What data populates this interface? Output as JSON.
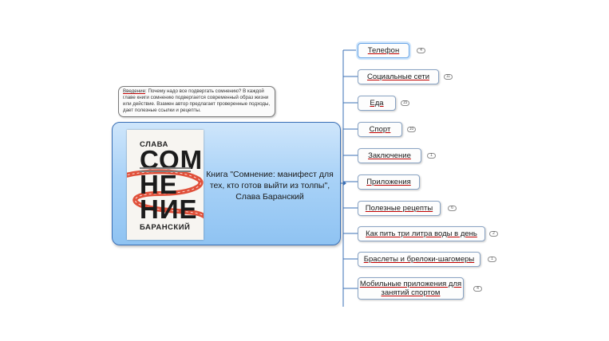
{
  "central_topic": {
    "title": "Книга \"Сомнение: манифест для тех, кто готов выйти из толпы\", Слава Баранский"
  },
  "book_cover": {
    "author_first": "СЛАВА",
    "word_1": "СОМ",
    "word_2": "НЕ",
    "word_3": "НИЕ",
    "author_last": "БАРАНСКИЙ",
    "ribbon_color": "#e0503a"
  },
  "callout": {
    "label": "Введение",
    "text": ": Почему надо все подвергать сомнению? В каждой главе книги сомнению подвергается современный образ жизни или действие. Взамен автор предлагает проверенные подходы, дает полезные ссылки и рецепты."
  },
  "topics": [
    {
      "label": "Телефон",
      "count": "4"
    },
    {
      "label": "Социальные сети",
      "count": "11"
    },
    {
      "label": "Еда",
      "count": "15"
    },
    {
      "label": "Спорт",
      "count": "10"
    },
    {
      "label": "Заключение",
      "count": "1"
    },
    {
      "label": "Приложения",
      "count": ""
    },
    {
      "label": "Полезные рецепты",
      "count": "6"
    },
    {
      "label": "Как пить три литра воды в день",
      "count": "2"
    },
    {
      "label": "Браслеты и брелоки-шагомеры",
      "count": "1"
    },
    {
      "label": "Мобильные приложения для занятий спортом",
      "count": "4"
    }
  ],
  "colors": {
    "central_fill": "#a9d2f7",
    "central_border": "#3a6fb5",
    "connector": "#3a6fb5",
    "spellcheck_underline": "#c00000"
  }
}
